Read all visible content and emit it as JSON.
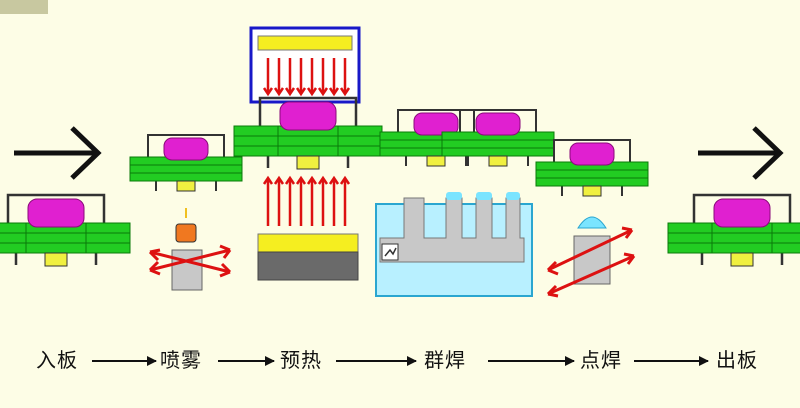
{
  "steps": [
    {
      "id": "loading",
      "label": "入板"
    },
    {
      "id": "spray",
      "label": "喷雾"
    },
    {
      "id": "preheat",
      "label": "预热"
    },
    {
      "id": "wave-solder",
      "label": "群焊"
    },
    {
      "id": "spot-solder",
      "label": "点焊"
    },
    {
      "id": "unloading",
      "label": "出板"
    }
  ],
  "colors": {
    "pcb_green": "#22cc22",
    "pcb_edge": "#0a7a0a",
    "component_magenta": "#e020d0",
    "pad_yellow": "#f0f040",
    "heater_yellow": "#f5ee20",
    "heat_red": "#dd1111",
    "solder_bath": "#b8f0ff",
    "solder_bath_edge": "#2aa6d0",
    "machine_gray": "#c8c8c8",
    "nozzle_orange": "#f07820",
    "tip_cyan": "#7ae4ff",
    "heater_frame_blue": "#1818c8"
  }
}
